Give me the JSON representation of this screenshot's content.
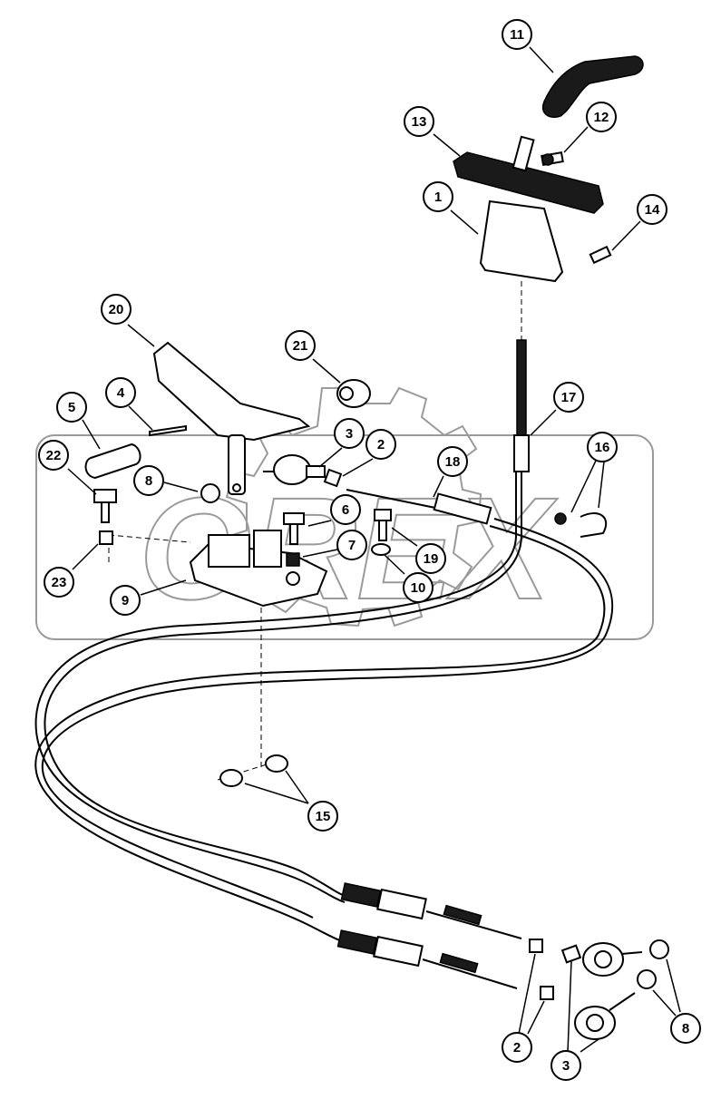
{
  "callouts": [
    {
      "id": "c1",
      "label": "1"
    },
    {
      "id": "c2a",
      "label": "2"
    },
    {
      "id": "c2b",
      "label": "2"
    },
    {
      "id": "c3a",
      "label": "3"
    },
    {
      "id": "c3b",
      "label": "3"
    },
    {
      "id": "c4",
      "label": "4"
    },
    {
      "id": "c5",
      "label": "5"
    },
    {
      "id": "c6",
      "label": "6"
    },
    {
      "id": "c7",
      "label": "7"
    },
    {
      "id": "c8a",
      "label": "8"
    },
    {
      "id": "c8b",
      "label": "8"
    },
    {
      "id": "c9",
      "label": "9"
    },
    {
      "id": "c10",
      "label": "10"
    },
    {
      "id": "c11",
      "label": "11"
    },
    {
      "id": "c12",
      "label": "12"
    },
    {
      "id": "c13",
      "label": "13"
    },
    {
      "id": "c14",
      "label": "14"
    },
    {
      "id": "c15",
      "label": "15"
    },
    {
      "id": "c16",
      "label": "16"
    },
    {
      "id": "c17",
      "label": "17"
    },
    {
      "id": "c18",
      "label": "18"
    },
    {
      "id": "c19",
      "label": "19"
    },
    {
      "id": "c20",
      "label": "20"
    },
    {
      "id": "c21",
      "label": "21"
    },
    {
      "id": "c22",
      "label": "22"
    },
    {
      "id": "c23",
      "label": "23"
    }
  ],
  "watermark": {
    "text": "OREX"
  },
  "colors": {
    "line": "#000000",
    "background": "#ffffff",
    "watermark": "#9a9a9a"
  }
}
